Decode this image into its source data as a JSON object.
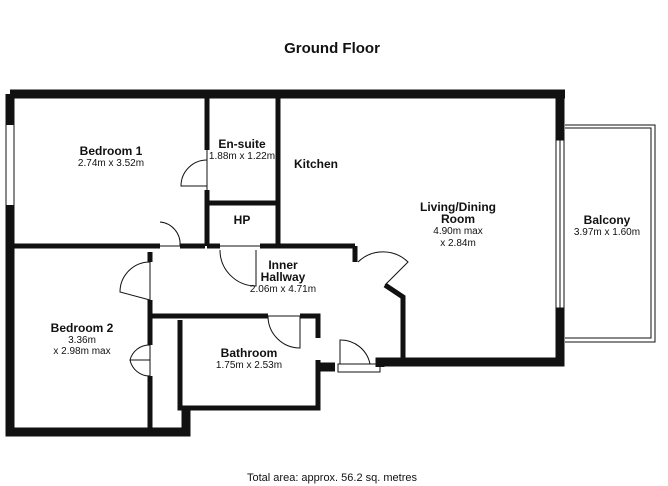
{
  "title": "Ground Floor",
  "footer": "Total area: approx. 56.2 sq. metres",
  "rooms": {
    "bedroom1": {
      "name": "Bedroom 1",
      "dims": "2.74m x 3.52m"
    },
    "ensuite": {
      "name": "En-suite",
      "dims": "1.88m x 1.22m"
    },
    "kitchen": {
      "name": "Kitchen"
    },
    "hp": {
      "name": "HP"
    },
    "living": {
      "name_line1": "Living/Dining",
      "name_line2": "Room",
      "dims_line1": "4.90m max",
      "dims_line2": "x 2.84m"
    },
    "balcony": {
      "name": "Balcony",
      "dims": "3.97m x 1.60m"
    },
    "hallway": {
      "name_line1": "Inner",
      "name_line2": "Hallway",
      "dims": "2.06m x 4.71m"
    },
    "bedroom2": {
      "name": "Bedroom 2",
      "dims_line1": "3.36m",
      "dims_line2": "x 2.98m max"
    },
    "bathroom": {
      "name": "Bathroom",
      "dims": "1.75m x 2.53m"
    }
  }
}
